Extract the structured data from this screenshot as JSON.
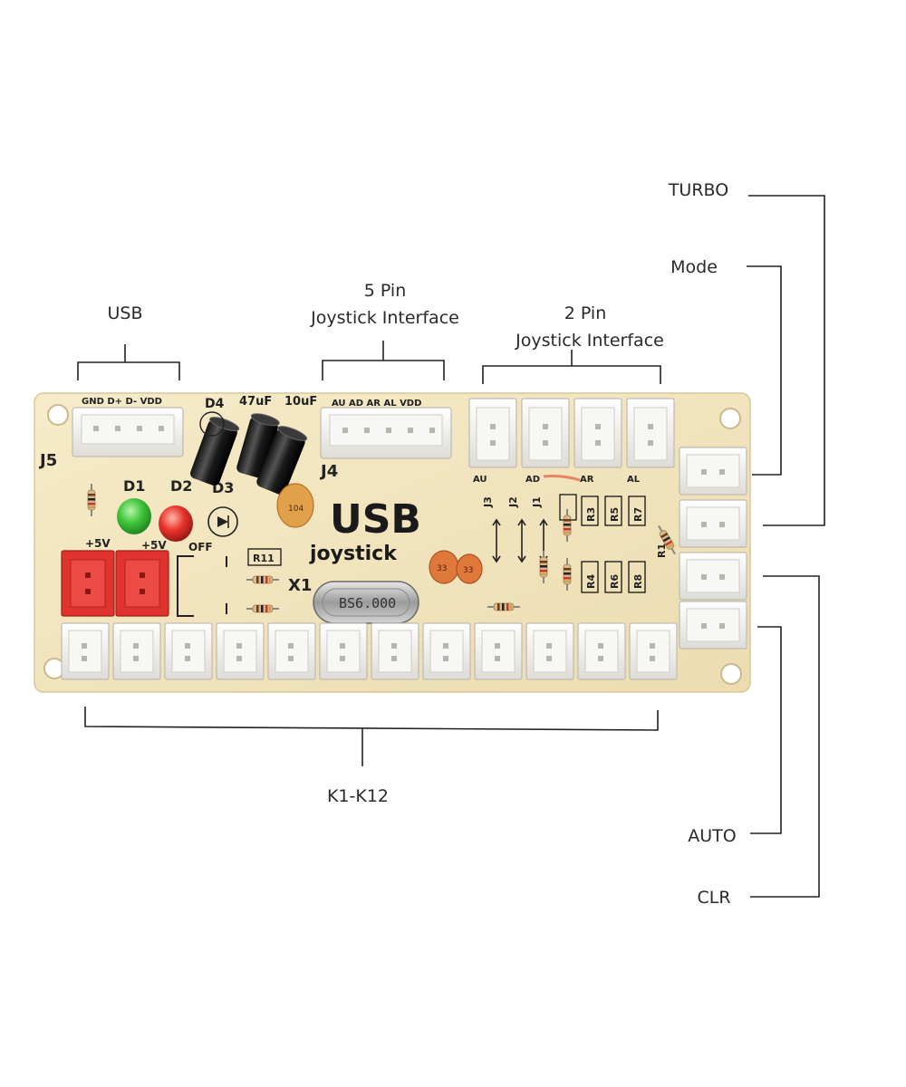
{
  "callouts": {
    "usb": "USB",
    "pin5_line1": "5 Pin",
    "pin5_line2": "Joystick Interface",
    "pin2_line1": "2 Pin",
    "pin2_line2": "Joystick Interface",
    "turbo": "TURBO",
    "mode": "Mode",
    "auto": "AUTO",
    "clr": "CLR",
    "k1k12": "K1-K12"
  },
  "board": {
    "title": "USB",
    "subtitle": "joystick",
    "j5": "J5",
    "j4": "J4",
    "x1": "X1",
    "crystal": "BS6.000",
    "d1": "D1",
    "d2": "D2",
    "d3": "D3",
    "d4": "D4",
    "cap1": "47uF",
    "cap2": "10uF",
    "usb_pins": "GND  D+   D-   VDD",
    "j4_pins": "AU  AD  AR  AL  VDD",
    "plus5v_1": "+5V",
    "plus5v_2": "+5V",
    "off": "OFF",
    "r11": "R11",
    "j3": "J3",
    "j2": "J2",
    "j1": "J1",
    "au": "AU",
    "ad": "AD",
    "ar": "AR",
    "al": "AL",
    "r3": "R3",
    "r5": "R5",
    "r7": "R7",
    "r4": "R4",
    "r6": "R6",
    "r8": "R8",
    "r1": "R1",
    "cap_small": "104",
    "cap_cer1": "33",
    "cap_cer2": "33"
  },
  "colors": {
    "board": "#f3e6bf",
    "connector": "#f4f4f2",
    "red_connector": "#e0322e",
    "led_green": "#3dc43a",
    "led_red": "#e8322b"
  }
}
